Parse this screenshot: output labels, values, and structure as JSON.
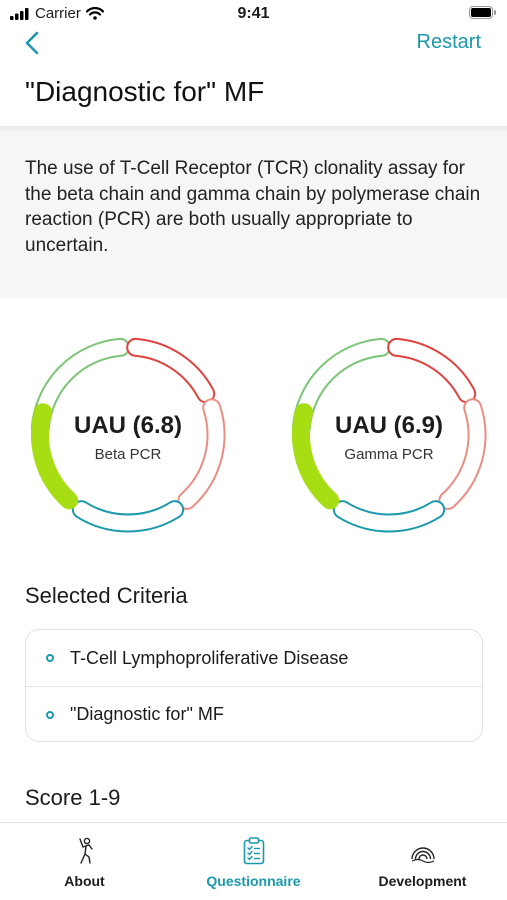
{
  "status_bar": {
    "carrier": "Carrier",
    "time": "9:41"
  },
  "nav": {
    "restart_label": "Restart"
  },
  "page_title": "\"Diagnostic for\" MF",
  "summary": "The use of T-Cell Receptor (TCR) clonality assay for the beta chain and gamma chain by polymerase chain reaction (PCR) are both usually appropriate to uncertain.",
  "gauges": [
    {
      "value": "UAU (6.8)",
      "label": "Beta PCR"
    },
    {
      "value": "UAU (6.9)",
      "label": "Gamma PCR"
    }
  ],
  "gauge_colors": {
    "green": "#7dc576",
    "red": "#e0413d",
    "salmon": "#ec8d82",
    "teal": "#1a98ac",
    "lime": "#a6dd13"
  },
  "criteria": {
    "heading": "Selected Criteria",
    "items": [
      "T-Cell Lymphoproliferative Disease",
      "\"Diagnostic for\" MF"
    ]
  },
  "score_heading": "Score 1-9",
  "tabs": [
    {
      "label": "About",
      "icon": "person-icon",
      "active": false
    },
    {
      "label": "Questionnaire",
      "icon": "clipboard-icon",
      "active": true
    },
    {
      "label": "Development",
      "icon": "rainbow-icon",
      "active": false
    }
  ],
  "accent_color": "#1a98ac"
}
